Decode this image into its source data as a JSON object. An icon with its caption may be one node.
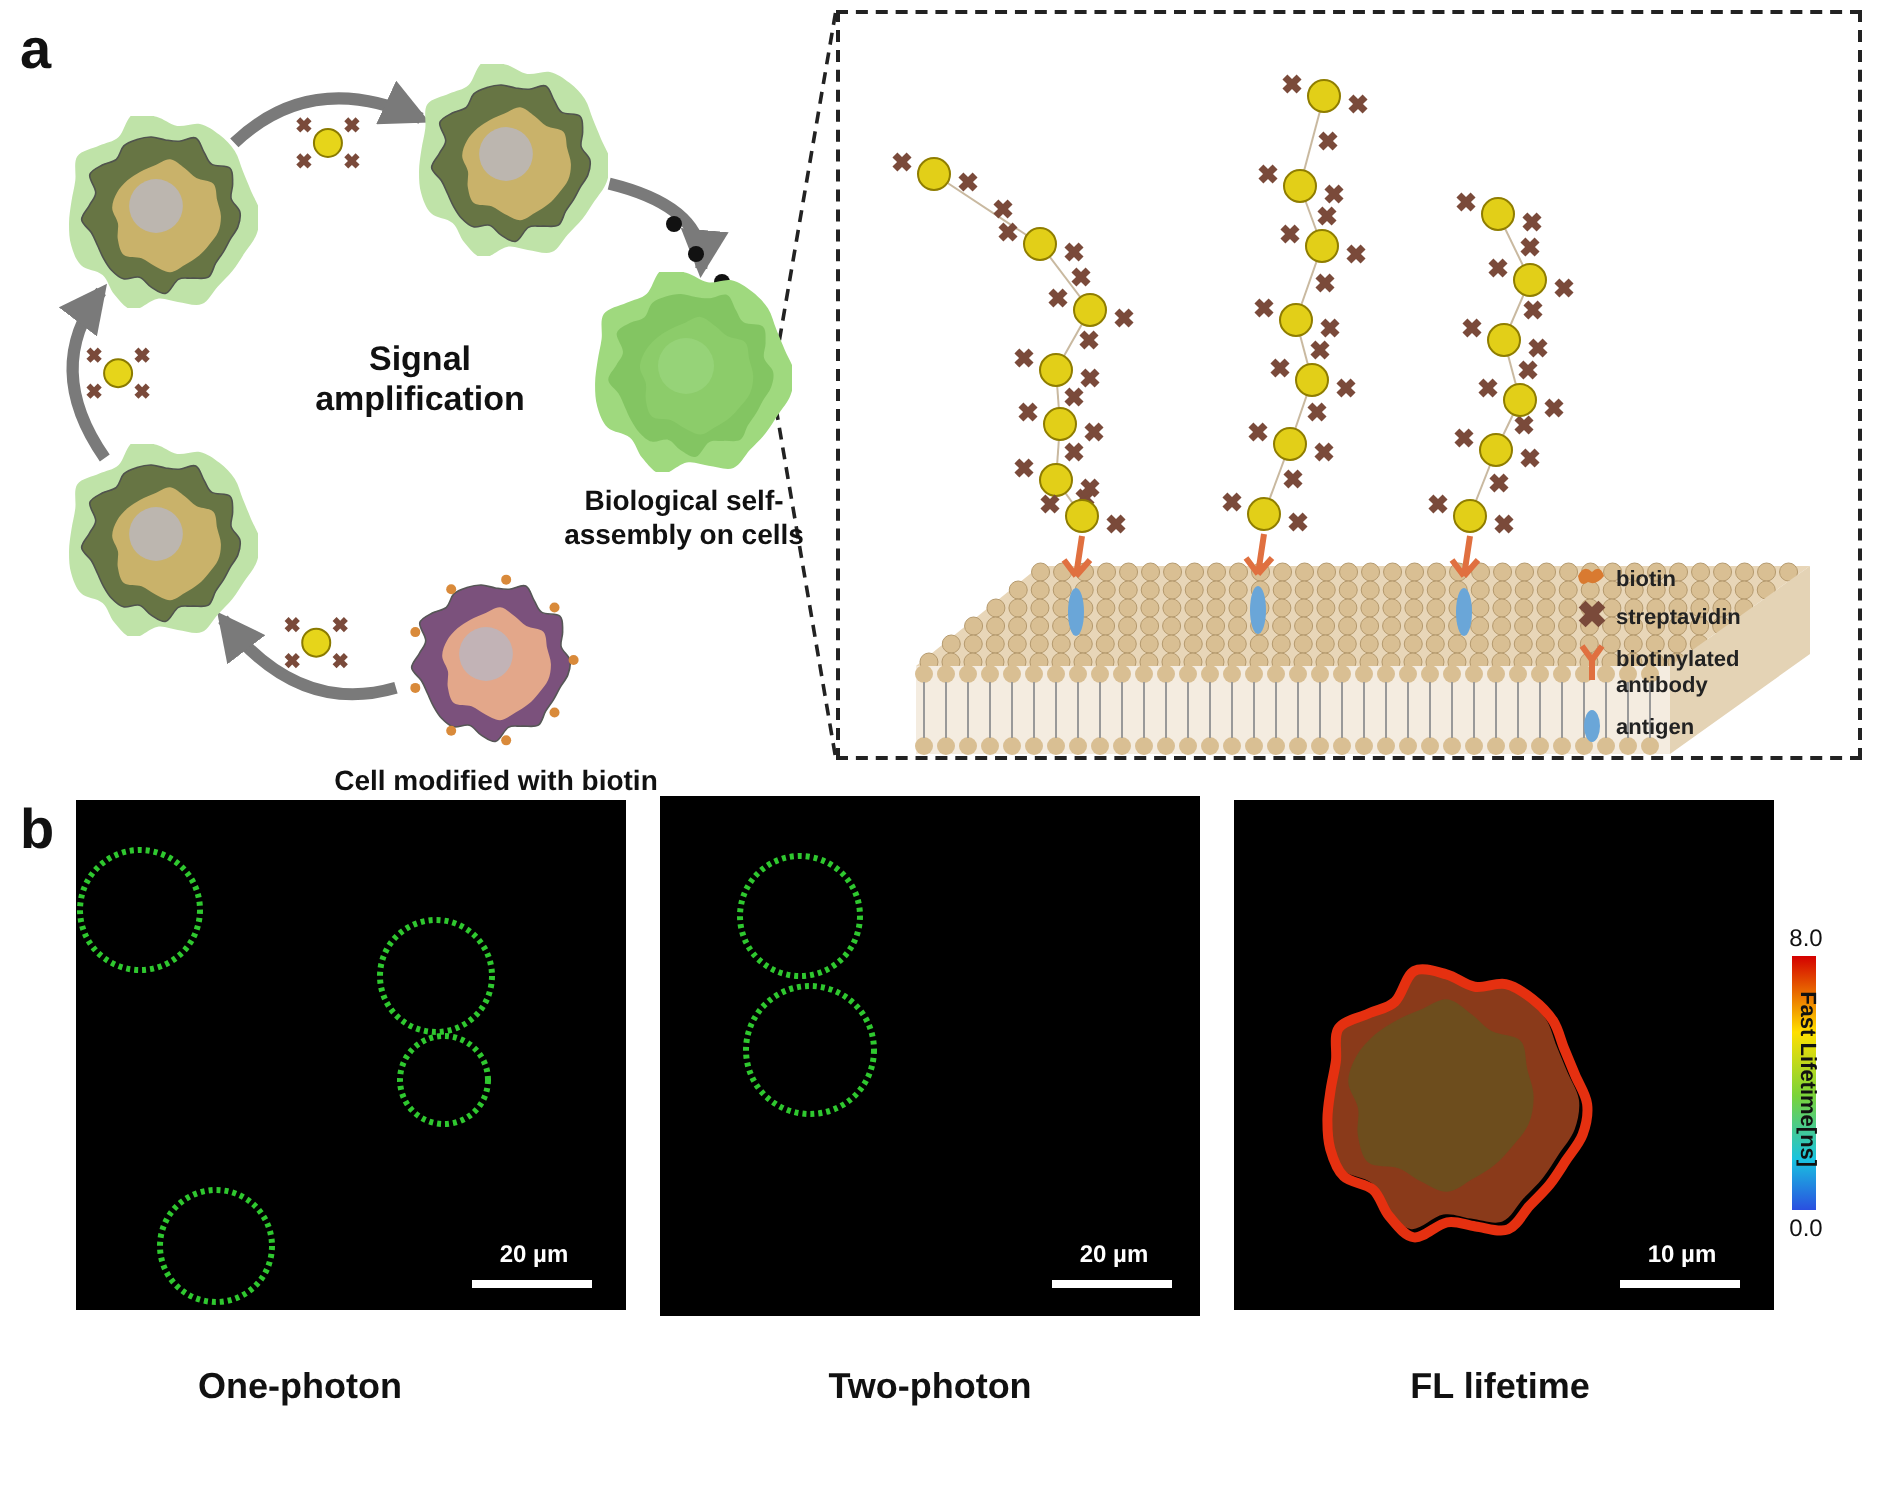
{
  "diagram": {
    "nodes": [
      {
        "text": [],
        "shape": "picture",
        "beside": [
          "Cell modified with biotin"
        ]
      },
      {
        "text": [],
        "shape": "picture"
      },
      {
        "text": [],
        "shape": "picture"
      },
      {
        "text": [],
        "shape": "picture"
      },
      {
        "text": [],
        "shape": "picture",
        "beside": [
          "Biological self-assembly on cells"
        ]
      },
      {
        "text": [],
        "shape": "box"
      }
    ],
    "edges": [
      {
        "from": 0,
        "to": 1,
        "arrow": "to"
      },
      {
        "from": 1,
        "to": 2,
        "arrow": "to"
      },
      {
        "from": 2,
        "to": 3,
        "arrow": "to"
      },
      {
        "from": 3,
        "to": 4,
        "arrow": "to"
      },
      {
        "from": 4,
        "to": 5,
        "arrow": "none",
        "style": "dashed",
        "color": "#222222"
      }
    ],
    "labels": [
      "a",
      "Signal amplification",
      "b",
      "20 µm",
      "20 µm",
      "10 µm",
      "8.0",
      "0.0",
      "Fast Lifetime[ns]",
      "One-photon",
      "Two-photon",
      "FL lifetime"
    ],
    "legend": [
      {
        "text": "biotin"
      },
      {
        "text": "streptavidin"
      },
      {
        "text": "biotinylated antibody"
      },
      {
        "text": "antigen"
      }
    ]
  }
}
